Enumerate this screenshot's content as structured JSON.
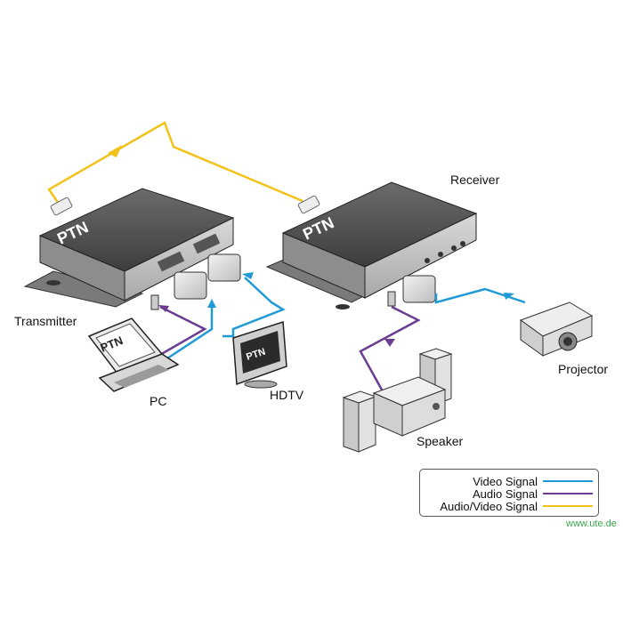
{
  "brand": "PTN",
  "labels": {
    "transmitter": "Transmitter",
    "receiver": "Receiver",
    "pc": "PC",
    "hdtv": "HDTV",
    "projector": "Projector",
    "speaker": "Speaker"
  },
  "legend": {
    "items": [
      {
        "label": "Video Signal",
        "color": "#1f9ad6"
      },
      {
        "label": "Audio Signal",
        "color": "#6a3d92"
      },
      {
        "label": "Audio/Video Signal",
        "color": "#f2c21b"
      }
    ]
  },
  "watermark": "www.ute.de"
}
